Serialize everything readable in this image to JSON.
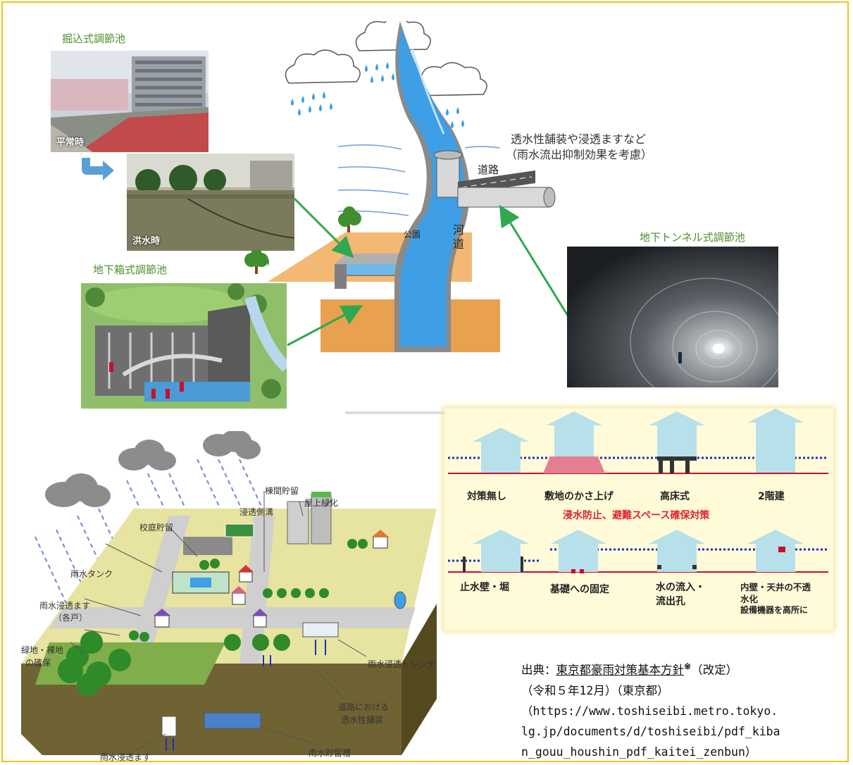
{
  "top": {
    "label_excavated_pond": "掘込式調節池",
    "tag_normal": "平常時",
    "tag_flood": "洪水時",
    "label_underground_box": "地下箱式調節池",
    "label_tunnel": "地下トンネル式調節池",
    "permeable_line1": "透水性舗装や浸透ますなど",
    "permeable_line2": "（雨水流出抑制効果を考慮）",
    "road": "道路",
    "park": "公園",
    "river_1": "河",
    "river_2": "道"
  },
  "city": {
    "rooftop_greening": "屋上緑化",
    "building_storage": "棟間貯留",
    "infiltration_gutter": "浸透側溝",
    "school_storage": "校庭貯留",
    "rain_tank": "雨水タンク",
    "rain_infiltration_basin_1": "雨水浸透ます",
    "rain_infiltration_basin_2": "（各戸）",
    "green_space_1": "緑地・裸地",
    "green_space_2": "の確保",
    "infiltration_trench": "雨水浸透トレンチ",
    "permeable_pavement_1": "道路における",
    "permeable_pavement_2": "透水性舗装",
    "rain_infiltration_basin_bottom": "雨水浸透ます",
    "rain_storage_tank": "雨水貯留槽"
  },
  "houses": {
    "row1": [
      "対策無し",
      "敷地のかさ上げ",
      "高床式",
      "2階建"
    ],
    "row1_caption": "浸水防止、避難スペース確保対策",
    "row2_a": "止水壁・堀",
    "row2_b": "基礎への固定",
    "row2_c_1": "水の流入・",
    "row2_c_2": "流出孔",
    "row2_d_1": "内壁・天井の不透",
    "row2_d_2": "水化",
    "row2_d_3": "設備機器を高所に"
  },
  "source": {
    "prefix": "出典：",
    "title": "東京都豪雨対策基本方針",
    "mark": "※",
    "suffix": "（改定）",
    "line2": "（令和５年12月）（東京都）",
    "line3": "（https://www.toshiseibi.metro.tokyo.",
    "line4": "lg.jp/documents/d/toshiseibi/pdf_kiba",
    "line5": "n_gouu_houshin_pdf_kaitei_zenbun）"
  },
  "colors": {
    "frame": "#f2c21a",
    "label_green": "#4a8f2a",
    "water_blue": "#2e8fd8",
    "arrow_green": "#2fa84f",
    "flood_red": "#c8102e",
    "waterline_blue": "#1d2fbf"
  }
}
